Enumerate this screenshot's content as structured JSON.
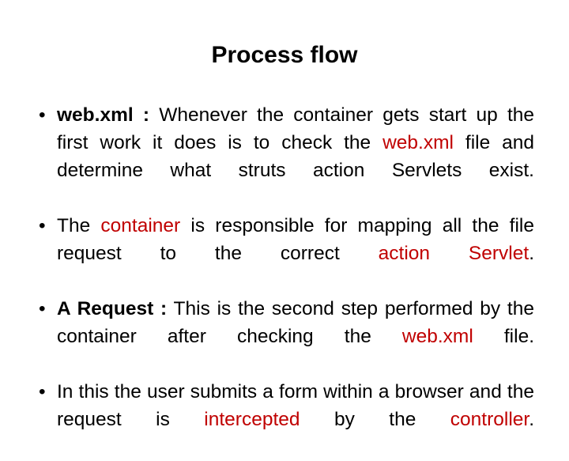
{
  "slide": {
    "title": "Process flow",
    "bullet_marker": "•",
    "accent_color": "#C00000",
    "text_color": "#000000",
    "background_color": "#FFFFFF",
    "bullets": [
      {
        "id": "bullet-web-xml",
        "full_text": "web.xml : Whenever the container gets start up the first work it does is to check the web.xml file and determine what struts action Servlets exist.",
        "runs": [
          {
            "text": "web.xml :",
            "style": "bold"
          },
          {
            "text": " Whenever the container gets start up the first work it does is to check the ",
            "style": "plain"
          },
          {
            "text": "web.xml",
            "style": "red"
          },
          {
            "text": " file and determine what struts action Servlets exist.",
            "style": "plain"
          }
        ]
      },
      {
        "id": "bullet-container",
        "full_text": "The container is responsible for mapping all the file request to the correct action Servlet.",
        "runs": [
          {
            "text": "The ",
            "style": "plain"
          },
          {
            "text": "container",
            "style": "red"
          },
          {
            "text": " is responsible for mapping all the file request to the correct ",
            "style": "plain"
          },
          {
            "text": "action Servlet",
            "style": "red"
          },
          {
            "text": ".",
            "style": "plain"
          }
        ]
      },
      {
        "id": "bullet-a-request",
        "full_text": "A Request : This is the second step performed by the container after checking the web.xml file.",
        "runs": [
          {
            "text": "A Request :",
            "style": "bold"
          },
          {
            "text": " This is the second step performed by the container after checking the ",
            "style": "plain"
          },
          {
            "text": "web.xml",
            "style": "red"
          },
          {
            "text": " file.",
            "style": "plain"
          }
        ]
      },
      {
        "id": "bullet-in-this",
        "full_text": "In this the user submits a form within a browser and the request is intercepted by the controller.",
        "runs": [
          {
            "text": "In this the user submits a form within a browser and the request is ",
            "style": "plain"
          },
          {
            "text": "intercepted",
            "style": "red"
          },
          {
            "text": " by the ",
            "style": "plain"
          },
          {
            "text": "controller",
            "style": "red"
          },
          {
            "text": ".",
            "style": "plain"
          }
        ]
      }
    ]
  }
}
